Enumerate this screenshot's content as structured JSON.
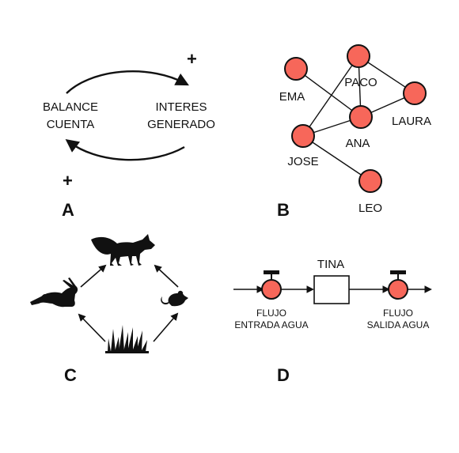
{
  "panel_a": {
    "letter": "A",
    "left_label": [
      "BALANCE",
      "CUENTA"
    ],
    "right_label": [
      "INTERES",
      "GENERADO"
    ],
    "sign_top": "+",
    "sign_bottom": "+"
  },
  "panel_b": {
    "letter": "B",
    "node_color": "#f7675a",
    "nodes": [
      {
        "id": "ema",
        "label": "EMA"
      },
      {
        "id": "paco",
        "label": "PACO"
      },
      {
        "id": "laura",
        "label": "LAURA"
      },
      {
        "id": "ana",
        "label": "ANA"
      },
      {
        "id": "jose",
        "label": "JOSE"
      },
      {
        "id": "leo",
        "label": "LEO"
      }
    ],
    "edges": [
      [
        "ema",
        "ana"
      ],
      [
        "paco",
        "ana"
      ],
      [
        "paco",
        "laura"
      ],
      [
        "paco",
        "jose"
      ],
      [
        "ana",
        "laura"
      ],
      [
        "jose",
        "ana"
      ],
      [
        "jose",
        "leo"
      ]
    ]
  },
  "panel_c": {
    "letter": "C",
    "icons": [
      "fox-icon",
      "rabbit-icon",
      "mouse-icon",
      "grass-icon"
    ]
  },
  "panel_d": {
    "letter": "D",
    "stock_label": "TINA",
    "inflow_label": [
      "FLUJO",
      "ENTRADA AGUA"
    ],
    "outflow_label": [
      "FLUJO",
      "SALIDA AGUA"
    ],
    "valve_color": "#f7675a"
  }
}
